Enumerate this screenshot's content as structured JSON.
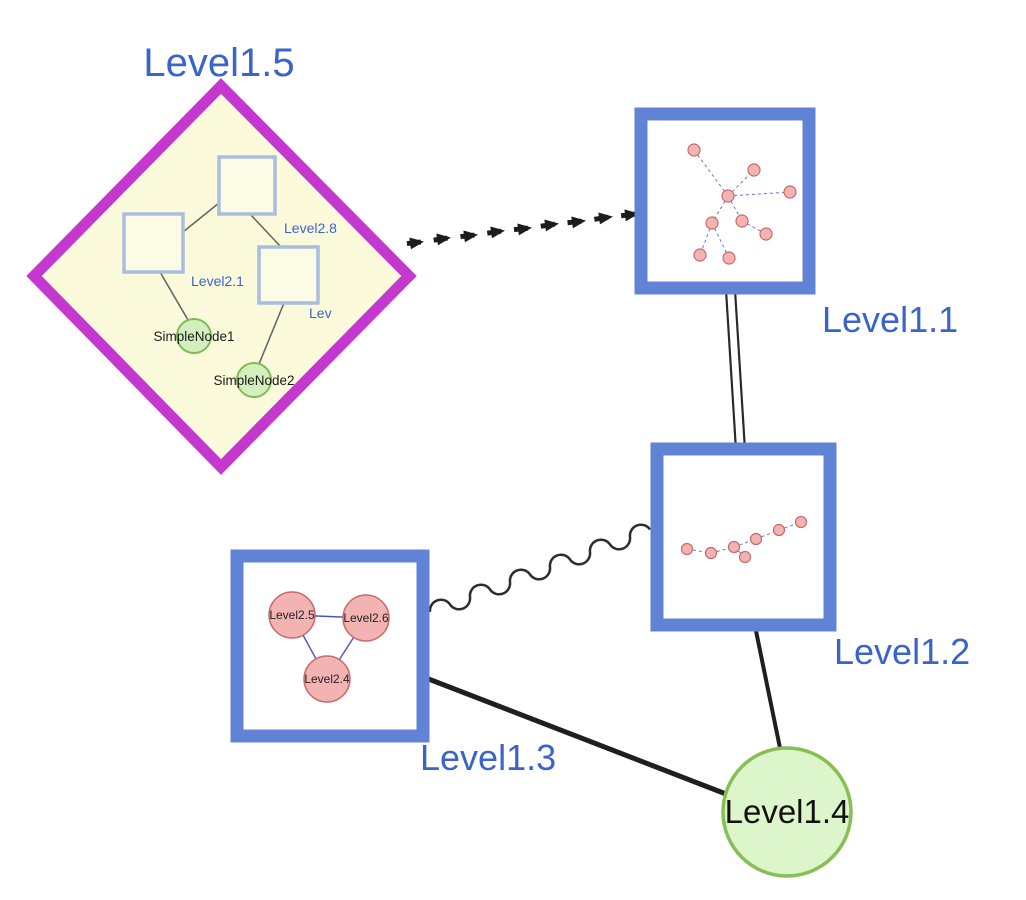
{
  "nodes": {
    "level1_5": {
      "label": "Level1.5",
      "type": "group-diamond"
    },
    "level1_1": {
      "label": "Level1.1",
      "type": "group-box"
    },
    "level1_2": {
      "label": "Level1.2",
      "type": "group-box"
    },
    "level1_3": {
      "label": "Level1.3",
      "type": "group-box"
    },
    "level1_4": {
      "label": "Level1.4",
      "type": "simple-circle"
    }
  },
  "level1_5_contents": {
    "group_labels": [
      {
        "label": "Level2.8"
      },
      {
        "label": "Level2.1"
      },
      {
        "label": "Lev"
      }
    ],
    "simple_nodes": [
      {
        "label": "SimpleNode1"
      },
      {
        "label": "SimpleNode2"
      }
    ]
  },
  "level1_3_contents": {
    "nodes": [
      {
        "label": "Level2.5"
      },
      {
        "label": "Level2.6"
      },
      {
        "label": "Level2.4"
      }
    ]
  },
  "edges": [
    {
      "from": "Level1.5",
      "to": "Level1.1",
      "style": "dashed-arrow-chain"
    },
    {
      "from": "Level1.1",
      "to": "Level1.2",
      "style": "double-parallel"
    },
    {
      "from": "Level1.3",
      "to": "Level1.2",
      "style": "wavy"
    },
    {
      "from": "Level1.3",
      "to": "Level1.4",
      "style": "solid"
    },
    {
      "from": "Level1.2",
      "to": "Level1.4",
      "style": "solid"
    }
  ],
  "colors": {
    "label_blue": "#3b64cb",
    "diamond_border": "#c538cf",
    "diamond_fill": "#fbfbdc",
    "group_box_border": "#6183d6",
    "group_box_fill": "#ffffff",
    "inner_square_border": "#a9bedf",
    "green_node_fill": "#d3efbe",
    "green_node_border": "#7fba55",
    "level14_fill": "#ddf5ca",
    "level14_border": "#86bf55",
    "pink_node_fill": "#f3b3b3",
    "pink_node_border": "#c96a6a",
    "edge_black": "#1f1f1f"
  }
}
